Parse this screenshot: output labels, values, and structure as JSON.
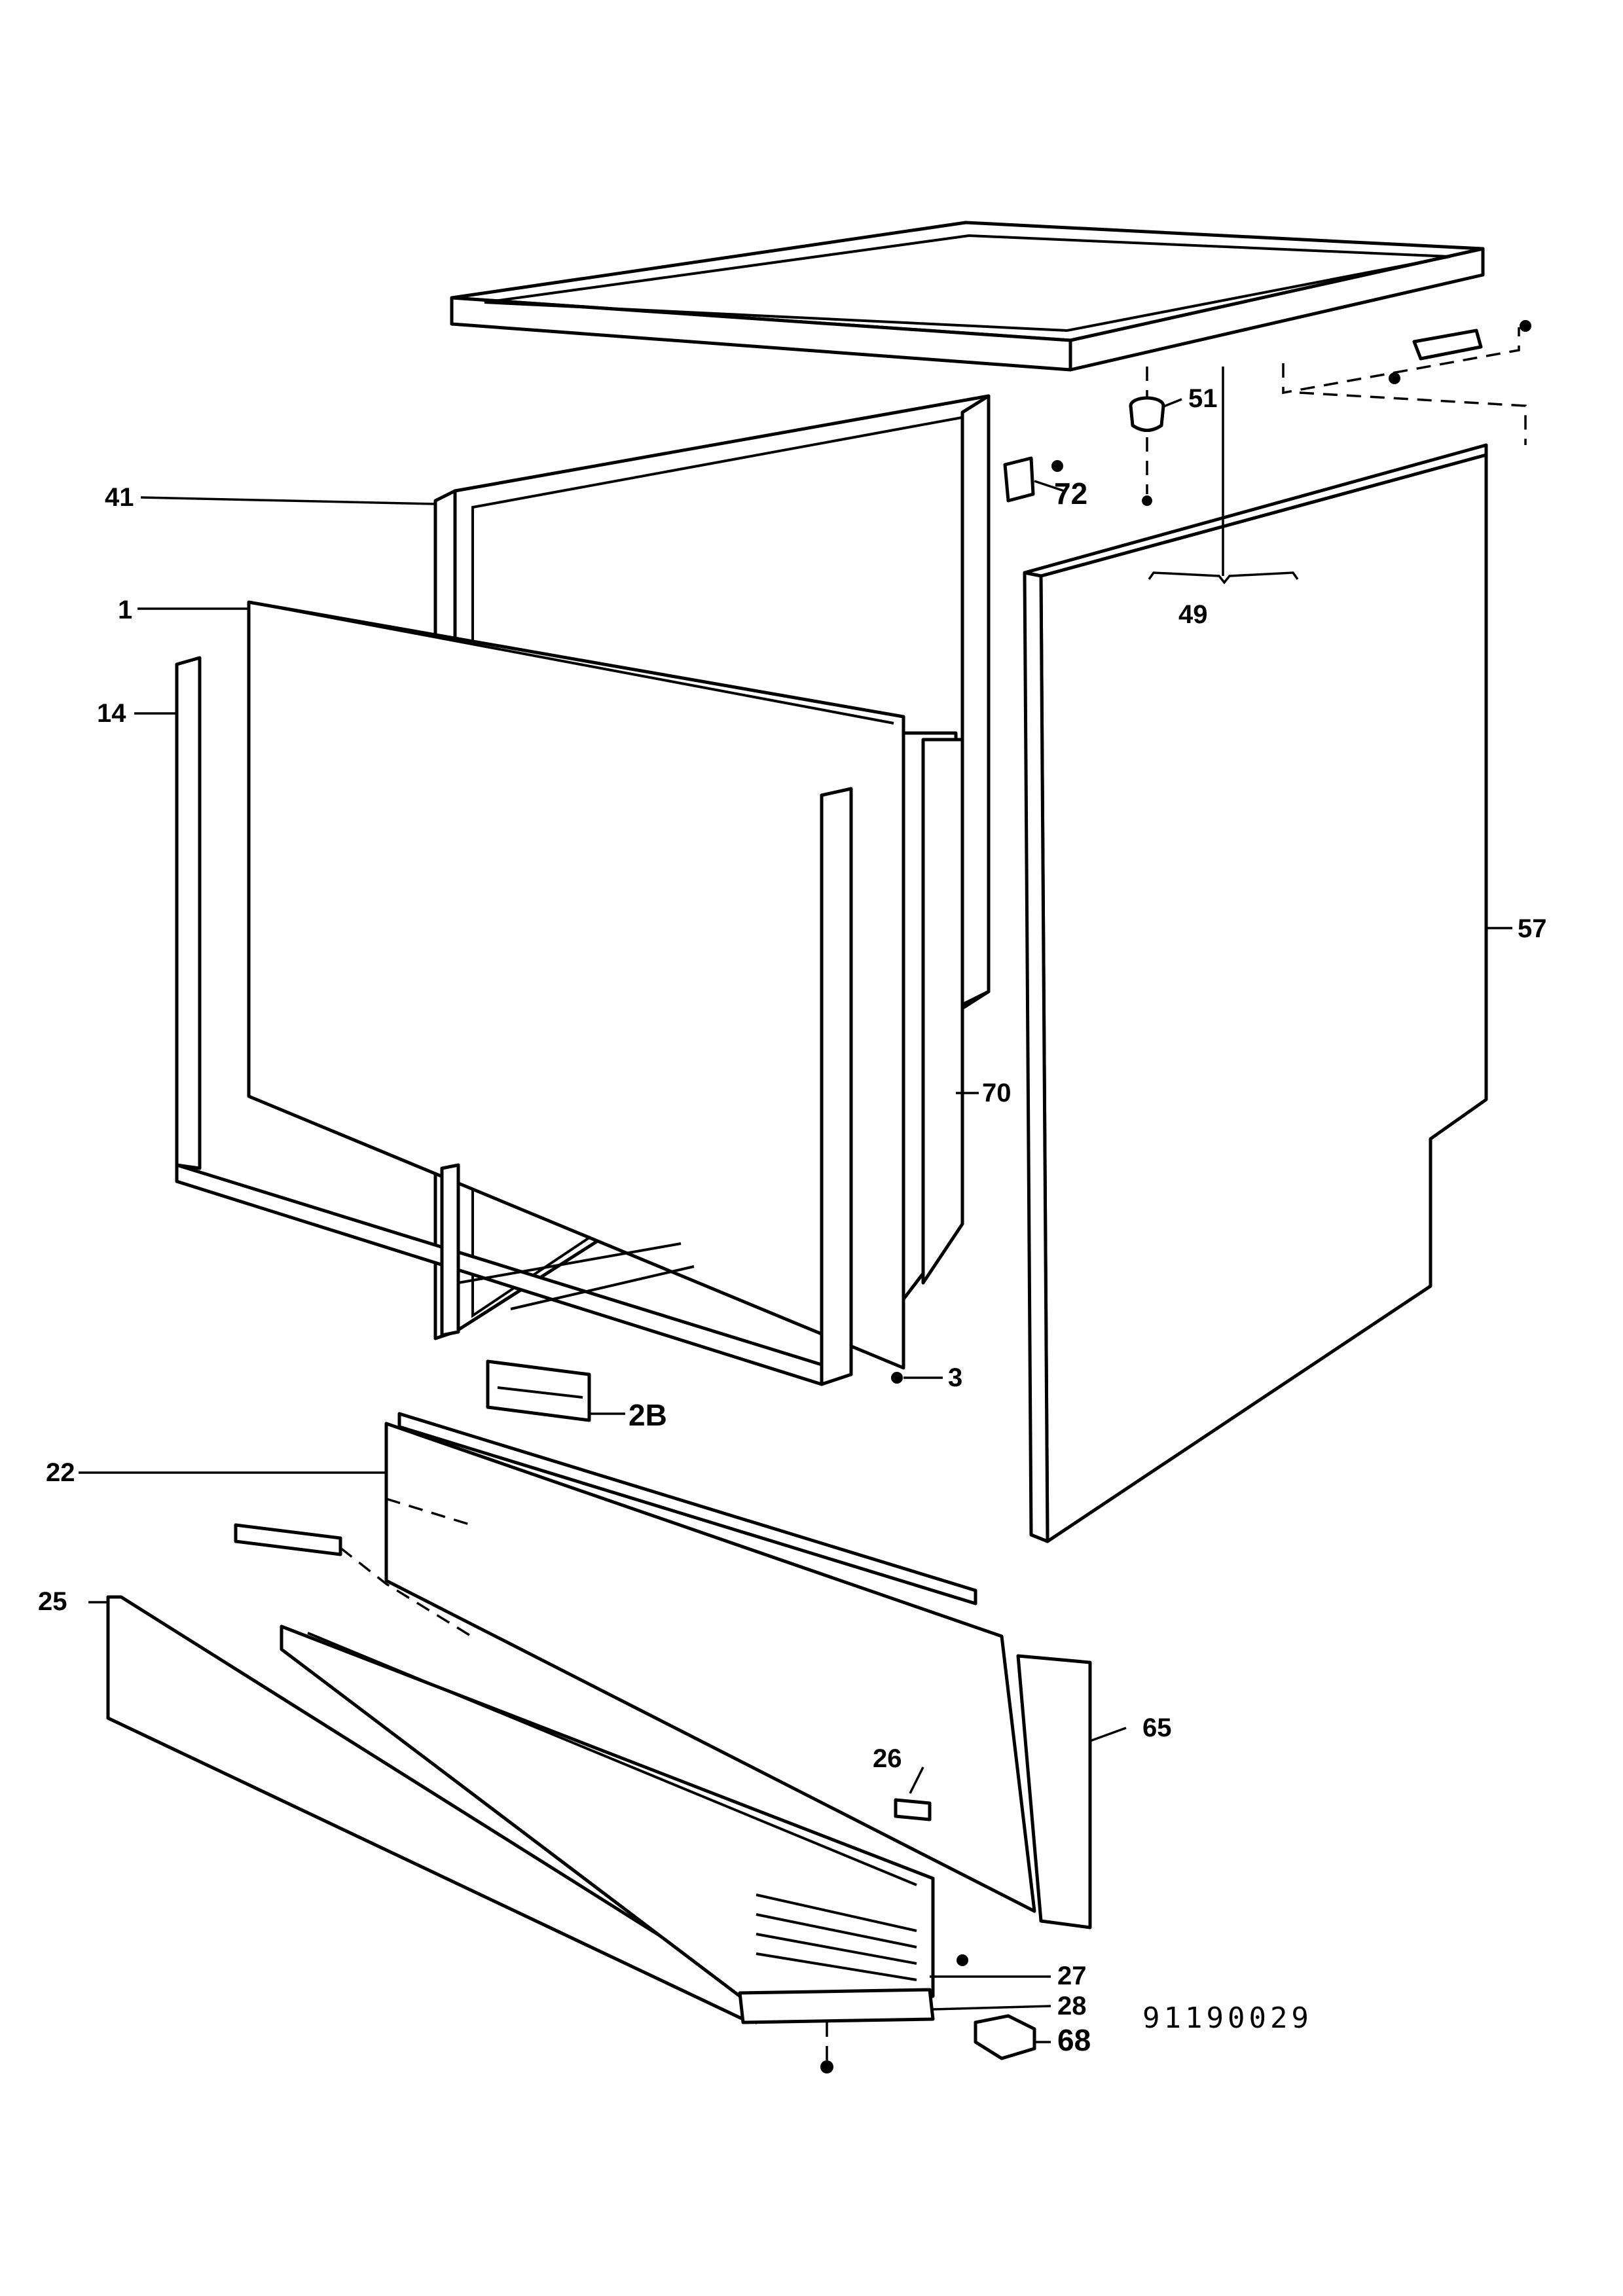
{
  "diagram": {
    "drawing_number": "91190029",
    "callouts": [
      {
        "id": "1",
        "label": "1"
      },
      {
        "id": "3",
        "label": "3"
      },
      {
        "id": "14",
        "label": "14"
      },
      {
        "id": "22",
        "label": "22"
      },
      {
        "id": "25",
        "label": "25"
      },
      {
        "id": "26",
        "label": "26"
      },
      {
        "id": "27",
        "label": "27"
      },
      {
        "id": "28",
        "label": "28"
      },
      {
        "id": "2B",
        "label": "2B"
      },
      {
        "id": "41",
        "label": "41"
      },
      {
        "id": "49",
        "label": "49"
      },
      {
        "id": "51",
        "label": "51"
      },
      {
        "id": "57",
        "label": "57"
      },
      {
        "id": "65",
        "label": "65"
      },
      {
        "id": "68",
        "label": "68"
      },
      {
        "id": "70",
        "label": "70"
      },
      {
        "id": "72",
        "label": "72"
      }
    ]
  }
}
